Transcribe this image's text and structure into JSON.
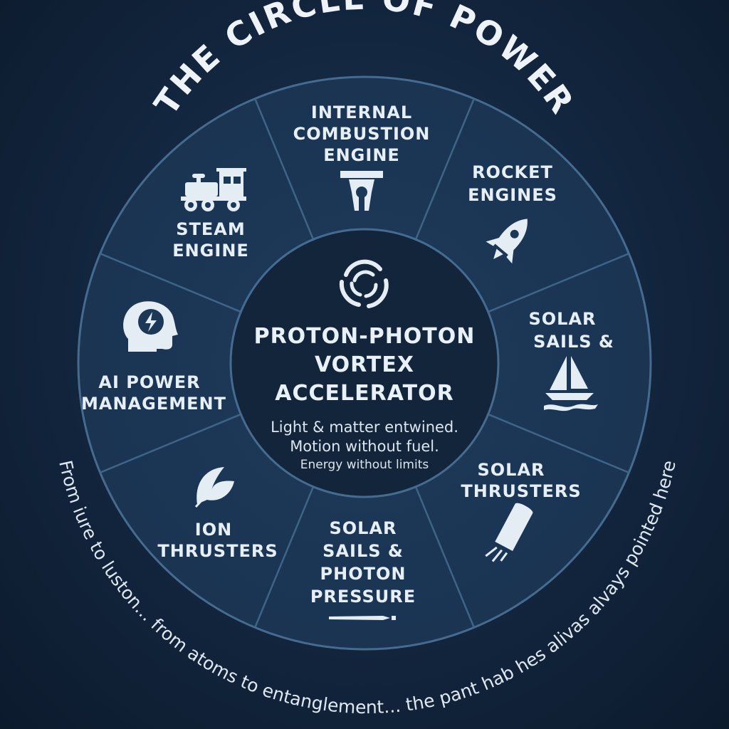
{
  "title": "THE CIRCLE OF POWER",
  "center": {
    "title_lines": [
      "PROTON-PHOTON",
      "VORTEX",
      "ACCELERATOR"
    ],
    "subtitle_lines": [
      "Light & matter entwined.",
      "Motion without fuel.",
      "Energy without limits"
    ],
    "icon": "vortex-spiral-icon"
  },
  "segments": [
    {
      "id": "internal-combustion",
      "lines": [
        "INTERNAL",
        "COMBUSTION",
        "ENGINE"
      ],
      "icon": "piston-icon"
    },
    {
      "id": "rocket-engines",
      "lines": [
        "ROCKET",
        "ENGINES"
      ],
      "icon": "rocket-icon"
    },
    {
      "id": "solar-sails",
      "lines": [
        "SOLAR",
        "SAILS &"
      ],
      "icon": "sailboat-icon"
    },
    {
      "id": "solar-thrusters",
      "lines": [
        "SOLAR",
        "THRUSTERS"
      ],
      "icon": "thruster-icon"
    },
    {
      "id": "solar-sails-photon",
      "lines": [
        "SOLAR",
        "SAILS &",
        "PHOTON",
        "PRESSURE"
      ],
      "icon": "sail-blade-icon"
    },
    {
      "id": "ion-thrusters",
      "lines": [
        "ION",
        "THRUSTERS"
      ],
      "icon": "ion-leaf-icon"
    },
    {
      "id": "ai-power",
      "lines": [
        "AI POWER",
        "MANAGEMENT"
      ],
      "icon": "ai-head-icon"
    },
    {
      "id": "steam-engine",
      "lines": [
        "STEAM",
        "ENGINE"
      ],
      "icon": "steam-locomotive-icon"
    }
  ],
  "footer_caption": "From iure to luston... from atoms to entanglement... the pant hab hes alivas alvays pointed here",
  "colors": {
    "background": "#142842",
    "ring": "#1c3857",
    "ring_border": "#3f6488",
    "center": "#13253a",
    "text": "#e6eef6"
  }
}
